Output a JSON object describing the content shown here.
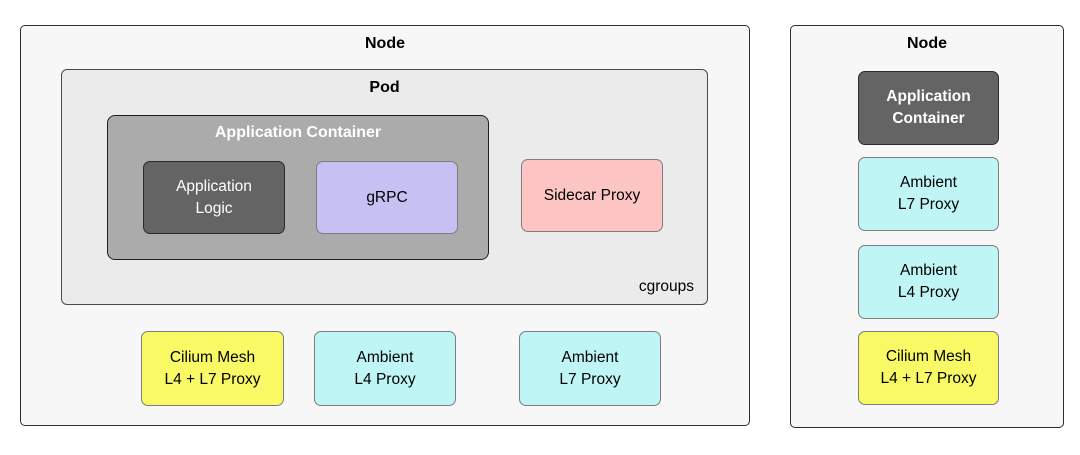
{
  "palette": {
    "node_bg": "#f7f7f7",
    "pod_bg": "#ebebeb",
    "container_gray": "#ababab",
    "dark_gray": "#646464",
    "lavender": "#c6c1f2",
    "pink": "#fdc5c3",
    "yellow": "#f9f966",
    "cyan": "#c0f5f6"
  },
  "left_node": {
    "title": "Node",
    "pod": {
      "title": "Pod",
      "cgroups_label": "cgroups",
      "app_container": {
        "title": "Application Container",
        "app_logic_label": "Application\nLogic",
        "grpc_label": "gRPC"
      },
      "sidecar_label": "Sidecar Proxy"
    },
    "proxies": [
      {
        "label": "Cilium Mesh\nL4 + L7 Proxy"
      },
      {
        "label": "Ambient\nL4 Proxy"
      },
      {
        "label": "Ambient\nL7 Proxy"
      }
    ]
  },
  "right_node": {
    "title": "Node",
    "items": [
      {
        "label": "Application\nContainer"
      },
      {
        "label": "Ambient\nL7 Proxy"
      },
      {
        "label": "Ambient\nL4 Proxy"
      },
      {
        "label": "Cilium Mesh\nL4 + L7 Proxy"
      }
    ]
  }
}
